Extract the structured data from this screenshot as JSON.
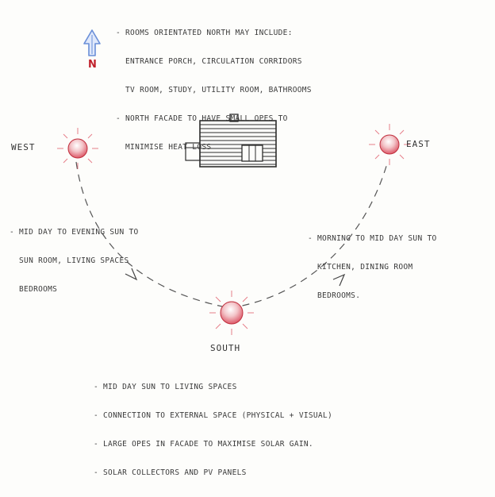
{
  "north": {
    "letter": "N",
    "accent_color": "#6a8fd8",
    "label_color": "#c0202a",
    "notes": [
      "- ROOMS ORIENTATED NORTH MAY INCLUDE:",
      "  ENTRANCE PORCH, CIRCULATION CORRIDORS",
      "  TV ROOM, STUDY, UTILITY ROOM, BATHROOMS",
      "- NORTH FACADE TO HAVE SMALL OPES TO",
      "  MINIMISE HEAT LOSS"
    ]
  },
  "west": {
    "label": "WEST",
    "notes": [
      "- MID DAY TO EVENING SUN TO",
      "  SUN ROOM, LIVING SPACES",
      "  BEDROOMS"
    ]
  },
  "east": {
    "label": "EAST",
    "notes": [
      "- MORNING TO MID DAY SUN TO",
      "  KITCHEN, DINING ROOM",
      "  BEDROOMS."
    ]
  },
  "south": {
    "label": "SOUTH",
    "notes": [
      "- MID DAY SUN TO LIVING SPACES",
      "- CONNECTION TO EXTERNAL SPACE (PHYSICAL + VISUAL)",
      "- LARGE OPES IN FACADE TO MAXIMISE SOLAR GAIN.",
      "- SOLAR COLLECTORS AND PV PANELS"
    ]
  },
  "sun": {
    "fill_color": "#d9485a",
    "ray_color": "#e0606e"
  }
}
